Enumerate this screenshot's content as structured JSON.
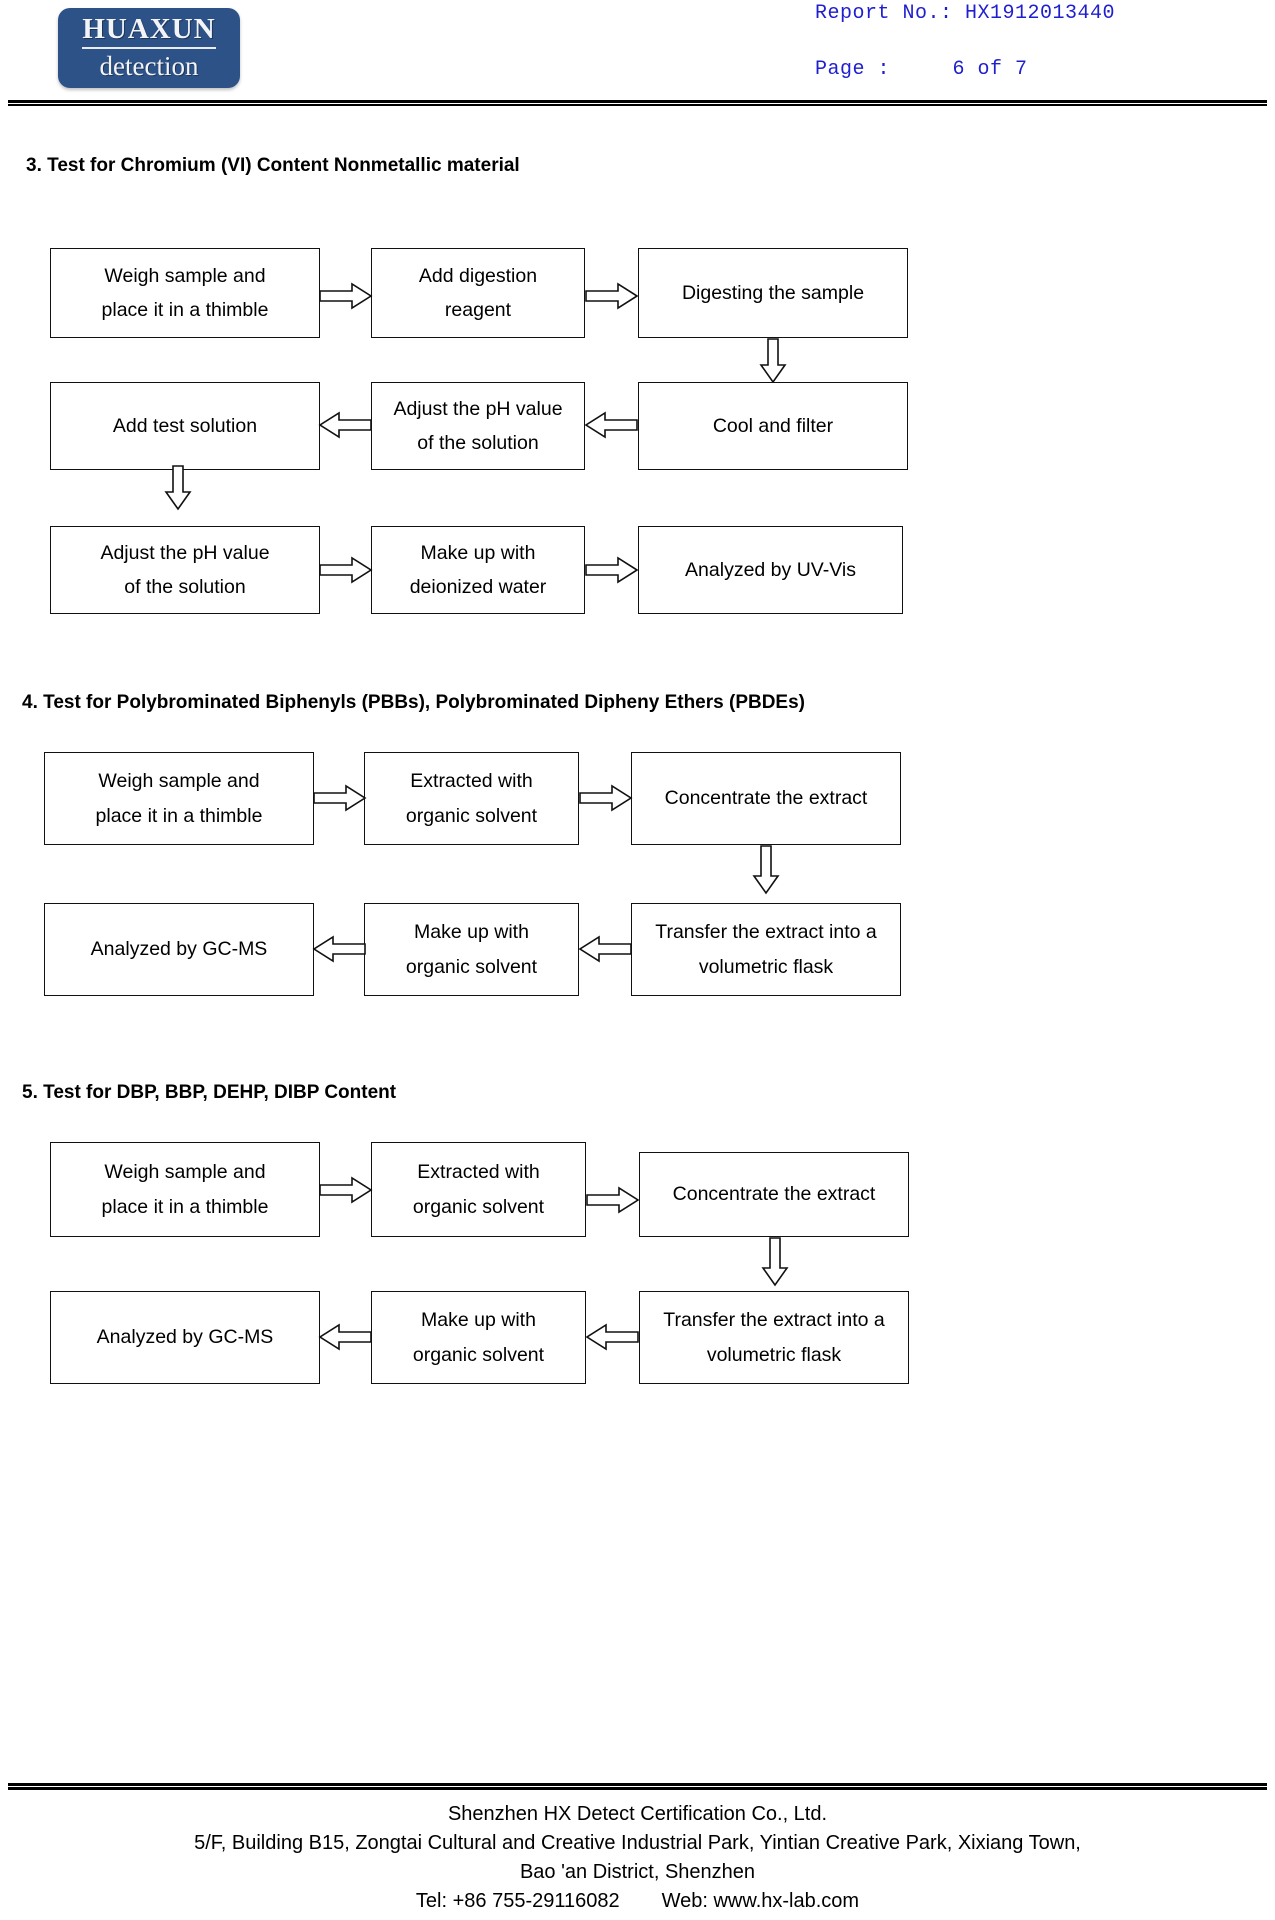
{
  "header": {
    "logo_top": "HUAXUN",
    "logo_bottom": "detection",
    "report_no_line": "Report No.: HX1912013440",
    "page_line": "Page :     6 of 7"
  },
  "sections": [
    {
      "title": "3. Test for Chromium (VI) Content Nonmetallic material",
      "boxes": [
        {
          "lines": [
            "Weigh sample and",
            "place it in a thimble"
          ]
        },
        {
          "lines": [
            "Add digestion",
            "reagent"
          ]
        },
        {
          "lines": [
            "Digesting the sample"
          ]
        },
        {
          "lines": [
            "Cool and filter"
          ]
        },
        {
          "lines": [
            "Adjust the pH value",
            "of the solution"
          ]
        },
        {
          "lines": [
            "Add test solution"
          ]
        },
        {
          "lines": [
            "Adjust the pH value",
            "of the solution"
          ]
        },
        {
          "lines": [
            "Make up with",
            "deionized water"
          ]
        },
        {
          "lines": [
            "Analyzed by UV-Vis"
          ]
        }
      ]
    },
    {
      "title": "4. Test for Polybrominated Biphenyls (PBBs), Polybrominated Dipheny Ethers (PBDEs)",
      "boxes": [
        {
          "lines": [
            "Weigh sample and",
            "place it in a thimble"
          ]
        },
        {
          "lines": [
            "Extracted with",
            "organic solvent"
          ]
        },
        {
          "lines": [
            "Concentrate the extract"
          ]
        },
        {
          "lines": [
            "Transfer the extract into a",
            "volumetric flask"
          ]
        },
        {
          "lines": [
            "Make up with",
            "organic solvent"
          ]
        },
        {
          "lines": [
            "Analyzed by GC-MS"
          ]
        }
      ]
    },
    {
      "title": "5. Test for DBP, BBP, DEHP, DIBP Content",
      "boxes": [
        {
          "lines": [
            "Weigh sample and",
            "place it in a thimble"
          ]
        },
        {
          "lines": [
            "Extracted with",
            "organic solvent"
          ]
        },
        {
          "lines": [
            "Concentrate the extract"
          ]
        },
        {
          "lines": [
            "Transfer the extract into a",
            "volumetric flask"
          ]
        },
        {
          "lines": [
            "Make up with",
            "organic solvent"
          ]
        },
        {
          "lines": [
            "Analyzed by GC-MS"
          ]
        }
      ]
    }
  ],
  "footer": {
    "company": "Shenzhen HX Detect Certification Co., Ltd.",
    "address_line1": "5/F, Building B15, Zongtai Cultural and Creative Industrial Park, Yintian Creative Park, Xixiang Town,",
    "address_line2": "Bao 'an District, Shenzhen",
    "tel": "Tel: +86 755-29116082",
    "web": "Web: www.hx-lab.com"
  },
  "colors": {
    "logo_blue": "#2d5288",
    "header_text_blue": "#1f1fd0",
    "box_border": "#111111"
  }
}
